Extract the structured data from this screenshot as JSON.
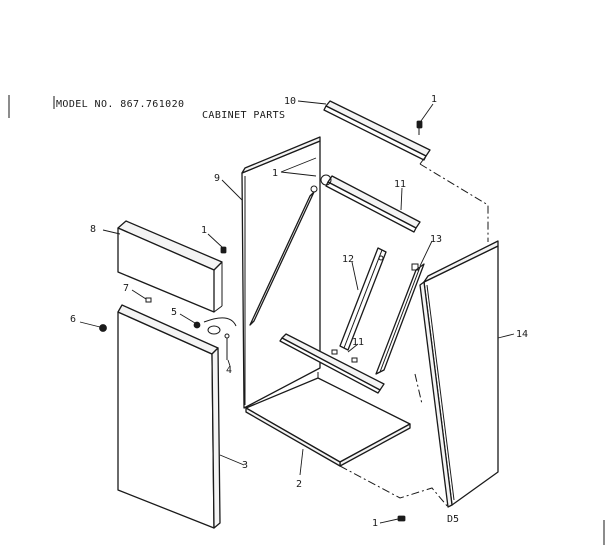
{
  "header": {
    "model": "MODEL NO. 867.761020",
    "title": "CABINET PARTS"
  },
  "footer_code": "D5",
  "callouts": {
    "c10": "10",
    "c1_top": "1",
    "c9": "9",
    "c1_mid": "1",
    "c11_top": "11",
    "c8": "8",
    "c1_left": "1",
    "c13": "13",
    "c12": "12",
    "c11_mid": "11",
    "c14": "14",
    "c7": "7",
    "c5": "5",
    "c6": "6",
    "c4": "4",
    "c3": "3",
    "c2": "2",
    "c1_bottom": "1"
  }
}
